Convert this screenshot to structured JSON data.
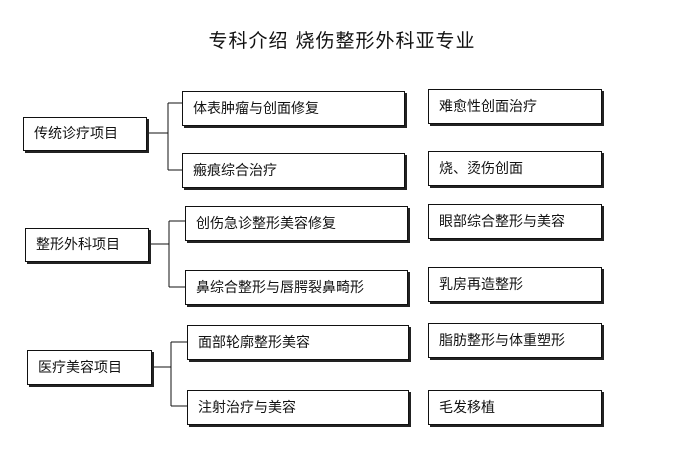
{
  "title": "专科介绍  烧伤整形外科亚专业",
  "groups": [
    {
      "name": "传统诊疗项目",
      "items": [
        "体表肿瘤与创面修复",
        "瘢痕综合治疗"
      ],
      "side": [
        "难愈性创面治疗",
        "烧、烫伤创面"
      ]
    },
    {
      "name": "整形外科项目",
      "items": [
        "创伤急诊整形美容修复",
        "鼻综合整形与唇腭裂鼻畸形"
      ],
      "side": [
        "眼部综合整形与美容",
        "乳房再造整形"
      ]
    },
    {
      "name": "医疗美容项目",
      "items": [
        "面部轮廓整形美容",
        "注射治疗与美容"
      ],
      "side": [
        "脂肪整形与体重塑形",
        "毛发移植"
      ]
    }
  ]
}
